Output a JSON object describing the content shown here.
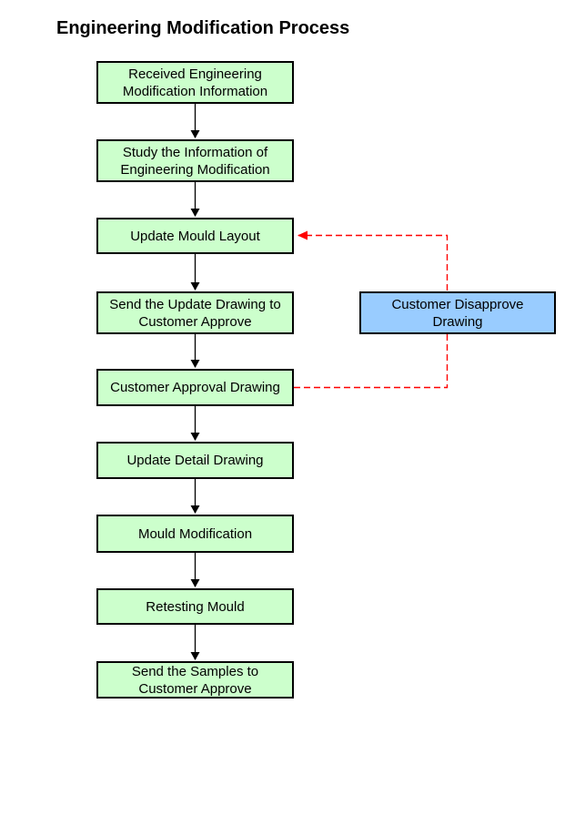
{
  "title": "Engineering Modification Process",
  "colors": {
    "background": "#FFFFFF",
    "process_fill": "#CCFFCC",
    "feedback_fill": "#99CCFF",
    "box_border": "#000000",
    "text": "#000000",
    "flow_line": "#000000",
    "feedback_line": "#FF0000"
  },
  "nodes": [
    {
      "id": "received-info",
      "label": "Received Engineering\nModification Information"
    },
    {
      "id": "study-info",
      "label": "Study the Information of\nEngineering Modification"
    },
    {
      "id": "update-mould-layout",
      "label": "Update Mould Layout"
    },
    {
      "id": "send-update-drawing",
      "label": "Send the Update Drawing to\nCustomer Approve"
    },
    {
      "id": "customer-approval",
      "label": "Customer Approval Drawing"
    },
    {
      "id": "update-detail-drawing",
      "label": "Update Detail Drawing"
    },
    {
      "id": "mould-modification",
      "label": "Mould Modification"
    },
    {
      "id": "retesting-mould",
      "label": "Retesting Mould"
    },
    {
      "id": "send-samples",
      "label": "Send the Samples to\nCustomer Approve"
    }
  ],
  "feedback_node": {
    "id": "customer-disapprove",
    "label": "Customer Disapprove\nDrawing"
  },
  "edges": [
    {
      "from": "received-info",
      "to": "study-info",
      "style": "solid-black-arrow"
    },
    {
      "from": "study-info",
      "to": "update-mould-layout",
      "style": "solid-black-arrow"
    },
    {
      "from": "update-mould-layout",
      "to": "send-update-drawing",
      "style": "solid-black-arrow"
    },
    {
      "from": "send-update-drawing",
      "to": "customer-approval",
      "style": "solid-black-arrow"
    },
    {
      "from": "customer-approval",
      "to": "update-detail-drawing",
      "style": "solid-black-arrow"
    },
    {
      "from": "update-detail-drawing",
      "to": "mould-modification",
      "style": "solid-black-arrow"
    },
    {
      "from": "mould-modification",
      "to": "retesting-mould",
      "style": "solid-black-arrow"
    },
    {
      "from": "retesting-mould",
      "to": "send-samples",
      "style": "solid-black-arrow"
    },
    {
      "from": "customer-approval",
      "to": "update-mould-layout",
      "via": "customer-disapprove",
      "style": "dashed-red-arrow"
    }
  ]
}
